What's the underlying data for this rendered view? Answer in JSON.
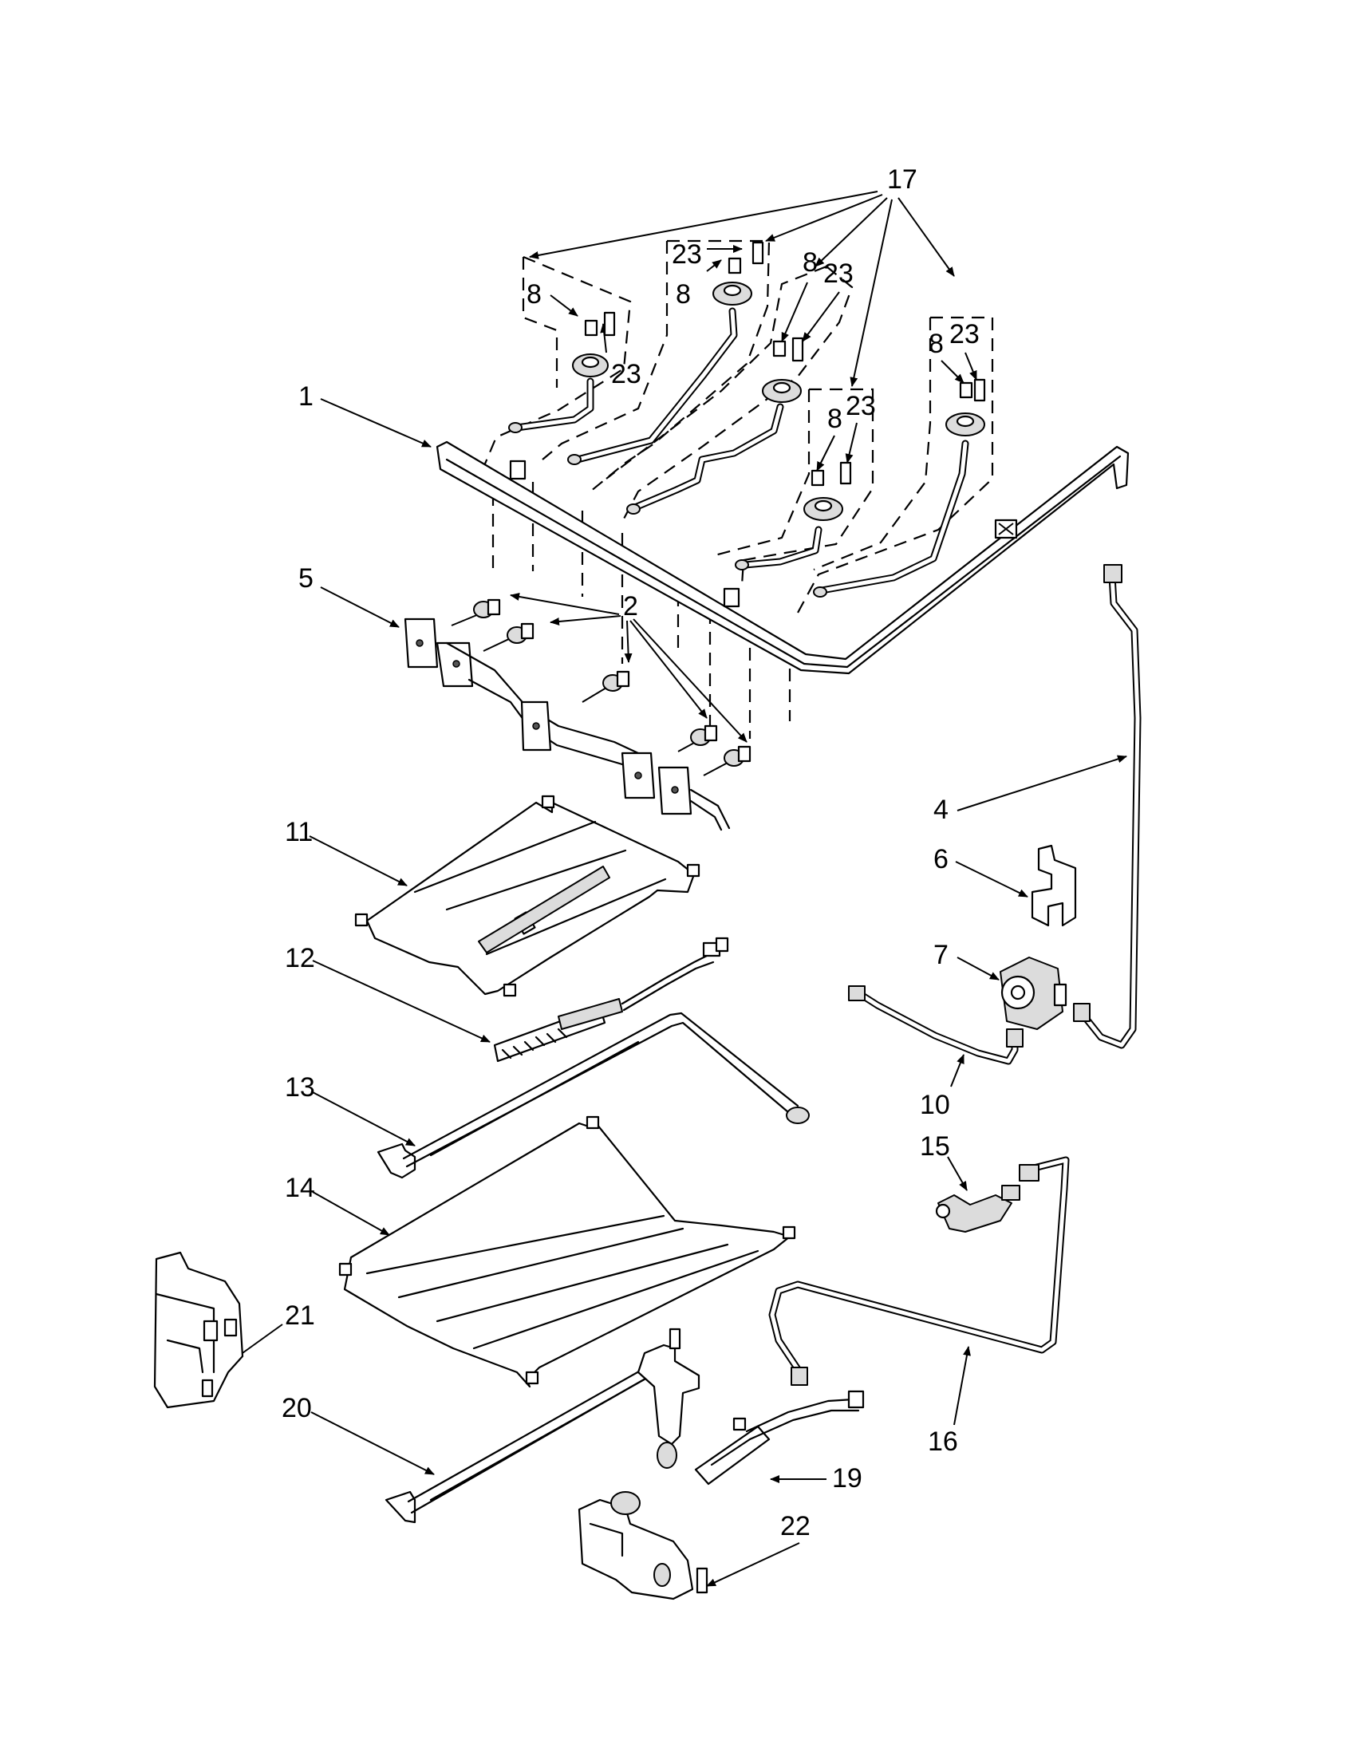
{
  "diagram": {
    "callouts": {
      "c1": "1",
      "c2": "2",
      "c4": "4",
      "c5": "5",
      "c6": "6",
      "c7": "7",
      "c8a": "8",
      "c8b": "8",
      "c8c": "8",
      "c8d": "8",
      "c8e": "8",
      "c10": "10",
      "c11": "11",
      "c12": "12",
      "c13": "13",
      "c14": "14",
      "c15": "15",
      "c16": "16",
      "c17": "17",
      "c19": "19",
      "c20": "20",
      "c21": "21",
      "c22": "22",
      "c23a": "23",
      "c23b": "23",
      "c23c": "23",
      "c23d": "23",
      "c23e": "23"
    }
  }
}
